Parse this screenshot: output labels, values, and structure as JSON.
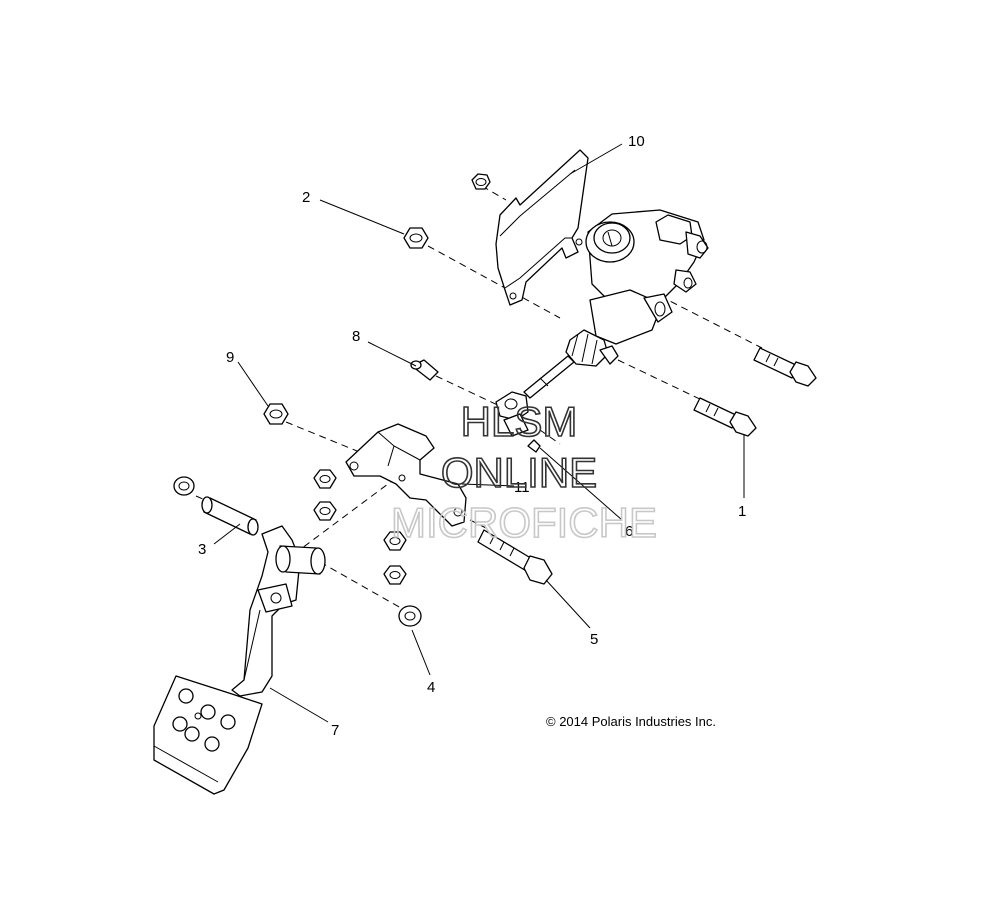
{
  "callouts": [
    {
      "id": "1",
      "label": "1"
    },
    {
      "id": "2",
      "label": "2"
    },
    {
      "id": "3",
      "label": "3"
    },
    {
      "id": "4",
      "label": "4"
    },
    {
      "id": "5",
      "label": "5"
    },
    {
      "id": "6",
      "label": "6"
    },
    {
      "id": "7",
      "label": "7"
    },
    {
      "id": "8",
      "label": "8"
    },
    {
      "id": "9",
      "label": "9"
    },
    {
      "id": "10",
      "label": "10"
    },
    {
      "id": "11",
      "label": "11"
    }
  ],
  "watermark": {
    "line1": "HLSM",
    "line2": "ONLINE",
    "line3": "MICROFICHE"
  },
  "copyright": "© 2014 Polaris Industries Inc.",
  "colors": {
    "line": "#000000",
    "background": "#ffffff",
    "watermark_dark": "#333333",
    "watermark_light": "#c8c8c8"
  }
}
